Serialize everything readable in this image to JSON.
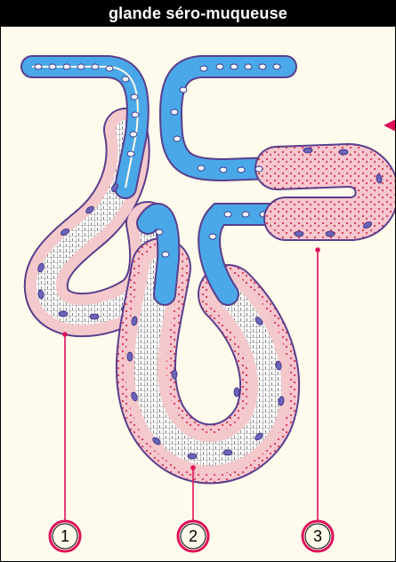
{
  "title": "glande séro-muqueuse",
  "labels": [
    {
      "number": "1"
    },
    {
      "number": "2"
    },
    {
      "number": "3"
    }
  ],
  "colors": {
    "background": "#fffbec",
    "title_bar": "#000000",
    "serous_epithelium": "#4aa8e8",
    "mucous_tint": "#f4c9cc",
    "nucleus": "#6a64b8",
    "outline": "#5a3e8c",
    "granules": "#e0304a",
    "pointer": "#e0105a"
  },
  "icons": [
    "pointer-arrow-icon"
  ]
}
